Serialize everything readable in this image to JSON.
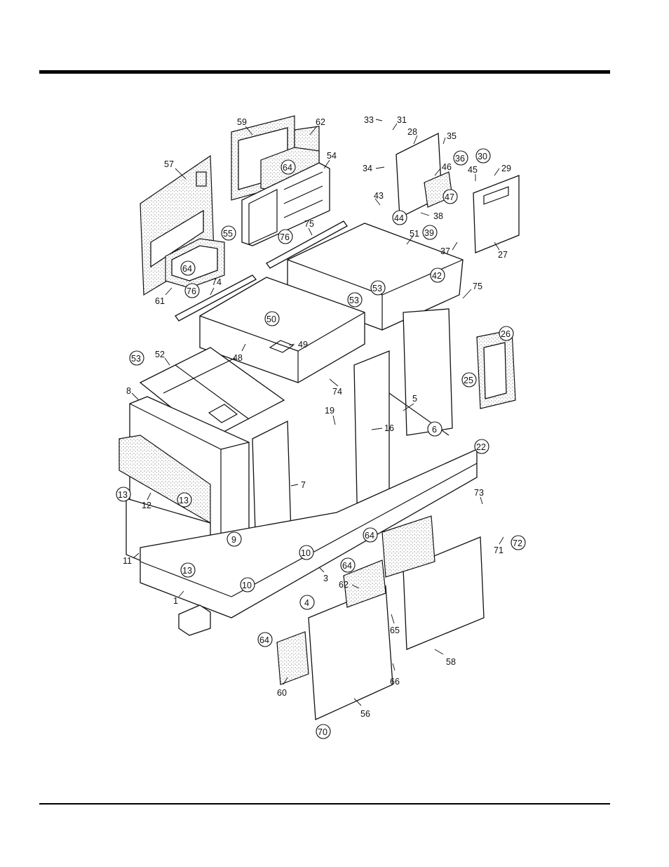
{
  "figure": {
    "callouts": [
      {
        "id": "c1",
        "text": "1",
        "circled": false
      },
      {
        "id": "c3",
        "text": "3",
        "circled": false
      },
      {
        "id": "c4",
        "text": "4",
        "circled": true
      },
      {
        "id": "c5",
        "text": "5",
        "circled": false
      },
      {
        "id": "c6",
        "text": "6",
        "circled": true
      },
      {
        "id": "c7",
        "text": "7",
        "circled": false
      },
      {
        "id": "c8",
        "text": "8",
        "circled": false
      },
      {
        "id": "c9",
        "text": "9",
        "circled": true
      },
      {
        "id": "c10a",
        "text": "10",
        "circled": true
      },
      {
        "id": "c10b",
        "text": "10",
        "circled": true
      },
      {
        "id": "c11",
        "text": "11",
        "circled": false
      },
      {
        "id": "c12",
        "text": "12",
        "circled": false
      },
      {
        "id": "c13a",
        "text": "13",
        "circled": true
      },
      {
        "id": "c13b",
        "text": "13",
        "circled": true
      },
      {
        "id": "c13c",
        "text": "13",
        "circled": true
      },
      {
        "id": "c16",
        "text": "16",
        "circled": false
      },
      {
        "id": "c19",
        "text": "19",
        "circled": false
      },
      {
        "id": "c22",
        "text": "22",
        "circled": true
      },
      {
        "id": "c25",
        "text": "25",
        "circled": true
      },
      {
        "id": "c26",
        "text": "26",
        "circled": true
      },
      {
        "id": "c27",
        "text": "27",
        "circled": false
      },
      {
        "id": "c28",
        "text": "28",
        "circled": false
      },
      {
        "id": "c29",
        "text": "29",
        "circled": false
      },
      {
        "id": "c30",
        "text": "30",
        "circled": true
      },
      {
        "id": "c31",
        "text": "31",
        "circled": false
      },
      {
        "id": "c33",
        "text": "33",
        "circled": false
      },
      {
        "id": "c34",
        "text": "34",
        "circled": false
      },
      {
        "id": "c35",
        "text": "35",
        "circled": false
      },
      {
        "id": "c36",
        "text": "36",
        "circled": true
      },
      {
        "id": "c37",
        "text": "37",
        "circled": false
      },
      {
        "id": "c38",
        "text": "38",
        "circled": false
      },
      {
        "id": "c39",
        "text": "39",
        "circled": true
      },
      {
        "id": "c42",
        "text": "42",
        "circled": true
      },
      {
        "id": "c43",
        "text": "43",
        "circled": false
      },
      {
        "id": "c44",
        "text": "44",
        "circled": true
      },
      {
        "id": "c45",
        "text": "45",
        "circled": false
      },
      {
        "id": "c46",
        "text": "46",
        "circled": false
      },
      {
        "id": "c47",
        "text": "47",
        "circled": true
      },
      {
        "id": "c48",
        "text": "48",
        "circled": false
      },
      {
        "id": "c49",
        "text": "49",
        "circled": false
      },
      {
        "id": "c50",
        "text": "50",
        "circled": true
      },
      {
        "id": "c51",
        "text": "51",
        "circled": false
      },
      {
        "id": "c52",
        "text": "52",
        "circled": false
      },
      {
        "id": "c53a",
        "text": "53",
        "circled": true
      },
      {
        "id": "c53b",
        "text": "53",
        "circled": true
      },
      {
        "id": "c53c",
        "text": "53",
        "circled": true
      },
      {
        "id": "c54",
        "text": "54",
        "circled": false
      },
      {
        "id": "c55",
        "text": "55",
        "circled": true
      },
      {
        "id": "c56",
        "text": "56",
        "circled": false
      },
      {
        "id": "c57",
        "text": "57",
        "circled": false
      },
      {
        "id": "c58",
        "text": "58",
        "circled": false
      },
      {
        "id": "c59",
        "text": "59",
        "circled": false
      },
      {
        "id": "c60",
        "text": "60",
        "circled": false
      },
      {
        "id": "c61",
        "text": "61",
        "circled": false
      },
      {
        "id": "c62a",
        "text": "62",
        "circled": false
      },
      {
        "id": "c62b",
        "text": "62",
        "circled": false
      },
      {
        "id": "c64a",
        "text": "64",
        "circled": true
      },
      {
        "id": "c64b",
        "text": "64",
        "circled": true
      },
      {
        "id": "c64c",
        "text": "64",
        "circled": true
      },
      {
        "id": "c64d",
        "text": "64",
        "circled": true
      },
      {
        "id": "c64e",
        "text": "64",
        "circled": true
      },
      {
        "id": "c65",
        "text": "65",
        "circled": false
      },
      {
        "id": "c66",
        "text": "66",
        "circled": false
      },
      {
        "id": "c70",
        "text": "70",
        "circled": true
      },
      {
        "id": "c71",
        "text": "71",
        "circled": false
      },
      {
        "id": "c72",
        "text": "72",
        "circled": true
      },
      {
        "id": "c73",
        "text": "73",
        "circled": false
      },
      {
        "id": "c74a",
        "text": "74",
        "circled": false
      },
      {
        "id": "c74b",
        "text": "74",
        "circled": false
      },
      {
        "id": "c75a",
        "text": "75",
        "circled": false
      },
      {
        "id": "c75b",
        "text": "75",
        "circled": false
      },
      {
        "id": "c76a",
        "text": "76",
        "circled": true
      },
      {
        "id": "c76b",
        "text": "76",
        "circled": true
      }
    ]
  }
}
